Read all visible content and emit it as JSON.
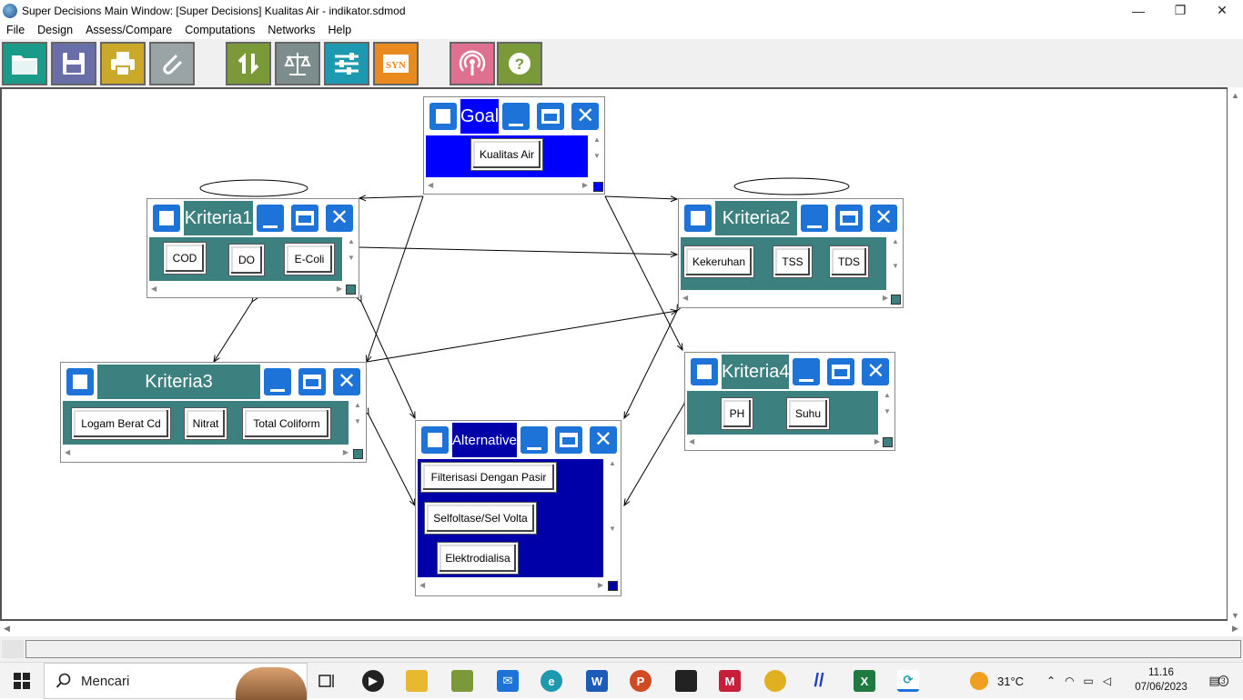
{
  "window": {
    "title": "Super Decisions Main Window: [Super Decisions] Kualitas Air - indikator.sdmod",
    "controls": [
      "minimize",
      "restore",
      "close"
    ]
  },
  "menu": [
    "File",
    "Design",
    "Assess/Compare",
    "Computations",
    "Networks",
    "Help"
  ],
  "toolbar": {
    "buttons": [
      {
        "name": "open-button",
        "icon": "folder-icon",
        "color": "#1a9a88"
      },
      {
        "name": "save-button",
        "icon": "floppy-icon",
        "color": "#6a6ea8"
      },
      {
        "name": "print-button",
        "icon": "printer-icon",
        "color": "#c9a82a"
      },
      {
        "name": "attach-button",
        "icon": "paperclip-icon",
        "color": "#9aa4a6"
      },
      {
        "name": "refresh-button",
        "icon": "refresh-icon",
        "color": "#7a9a3a"
      },
      {
        "name": "compare-button",
        "icon": "balance-icon",
        "color": "#7d8c8c"
      },
      {
        "name": "settings-button",
        "icon": "sliders-icon",
        "color": "#1e9ab0"
      },
      {
        "name": "synthesize-button",
        "icon": "syn-icon",
        "label": "SYN",
        "color": "#e88a1e"
      },
      {
        "name": "broadcast-button",
        "icon": "broadcast-icon",
        "color": "#e07090"
      },
      {
        "name": "help-button",
        "icon": "question-icon",
        "label": "?",
        "color": "#7a9a3a"
      }
    ]
  },
  "nodes": {
    "goal": {
      "name": "Goal",
      "header_color": "#0000ff",
      "body_color": "#0000ff",
      "elements": [
        "Kualitas Air"
      ]
    },
    "kriteria1": {
      "name": "Kriteria1",
      "header_color": "#3d8080",
      "body_color": "#3d8080",
      "elements": [
        "COD",
        "DO",
        "E-Coli"
      ]
    },
    "kriteria2": {
      "name": "Kriteria2",
      "header_color": "#3d8080",
      "body_color": "#3d8080",
      "elements": [
        "Kekeruhan",
        "TSS",
        "TDS"
      ]
    },
    "kriteria3": {
      "name": "Kriteria3",
      "header_color": "#3d8080",
      "body_color": "#3d8080",
      "elements": [
        "Logam Berat Cd",
        "Nitrat",
        "Total Coliform"
      ]
    },
    "kriteria4": {
      "name": "Kriteria4",
      "header_color": "#3d8080",
      "body_color": "#3d8080",
      "elements": [
        "PH",
        "Suhu"
      ]
    },
    "alternative": {
      "name": "Alternative",
      "header_color": "#0000a8",
      "body_color": "#0000a8",
      "elements": [
        "Filterisasi Dengan Pasir",
        "Selfoltase/Sel Volta",
        "Elektrodialisa"
      ]
    }
  },
  "taskbar": {
    "search_placeholder": "Mencari",
    "weather": "31°C",
    "time": "11.16",
    "date": "07/06/2023",
    "notifications": "3"
  }
}
